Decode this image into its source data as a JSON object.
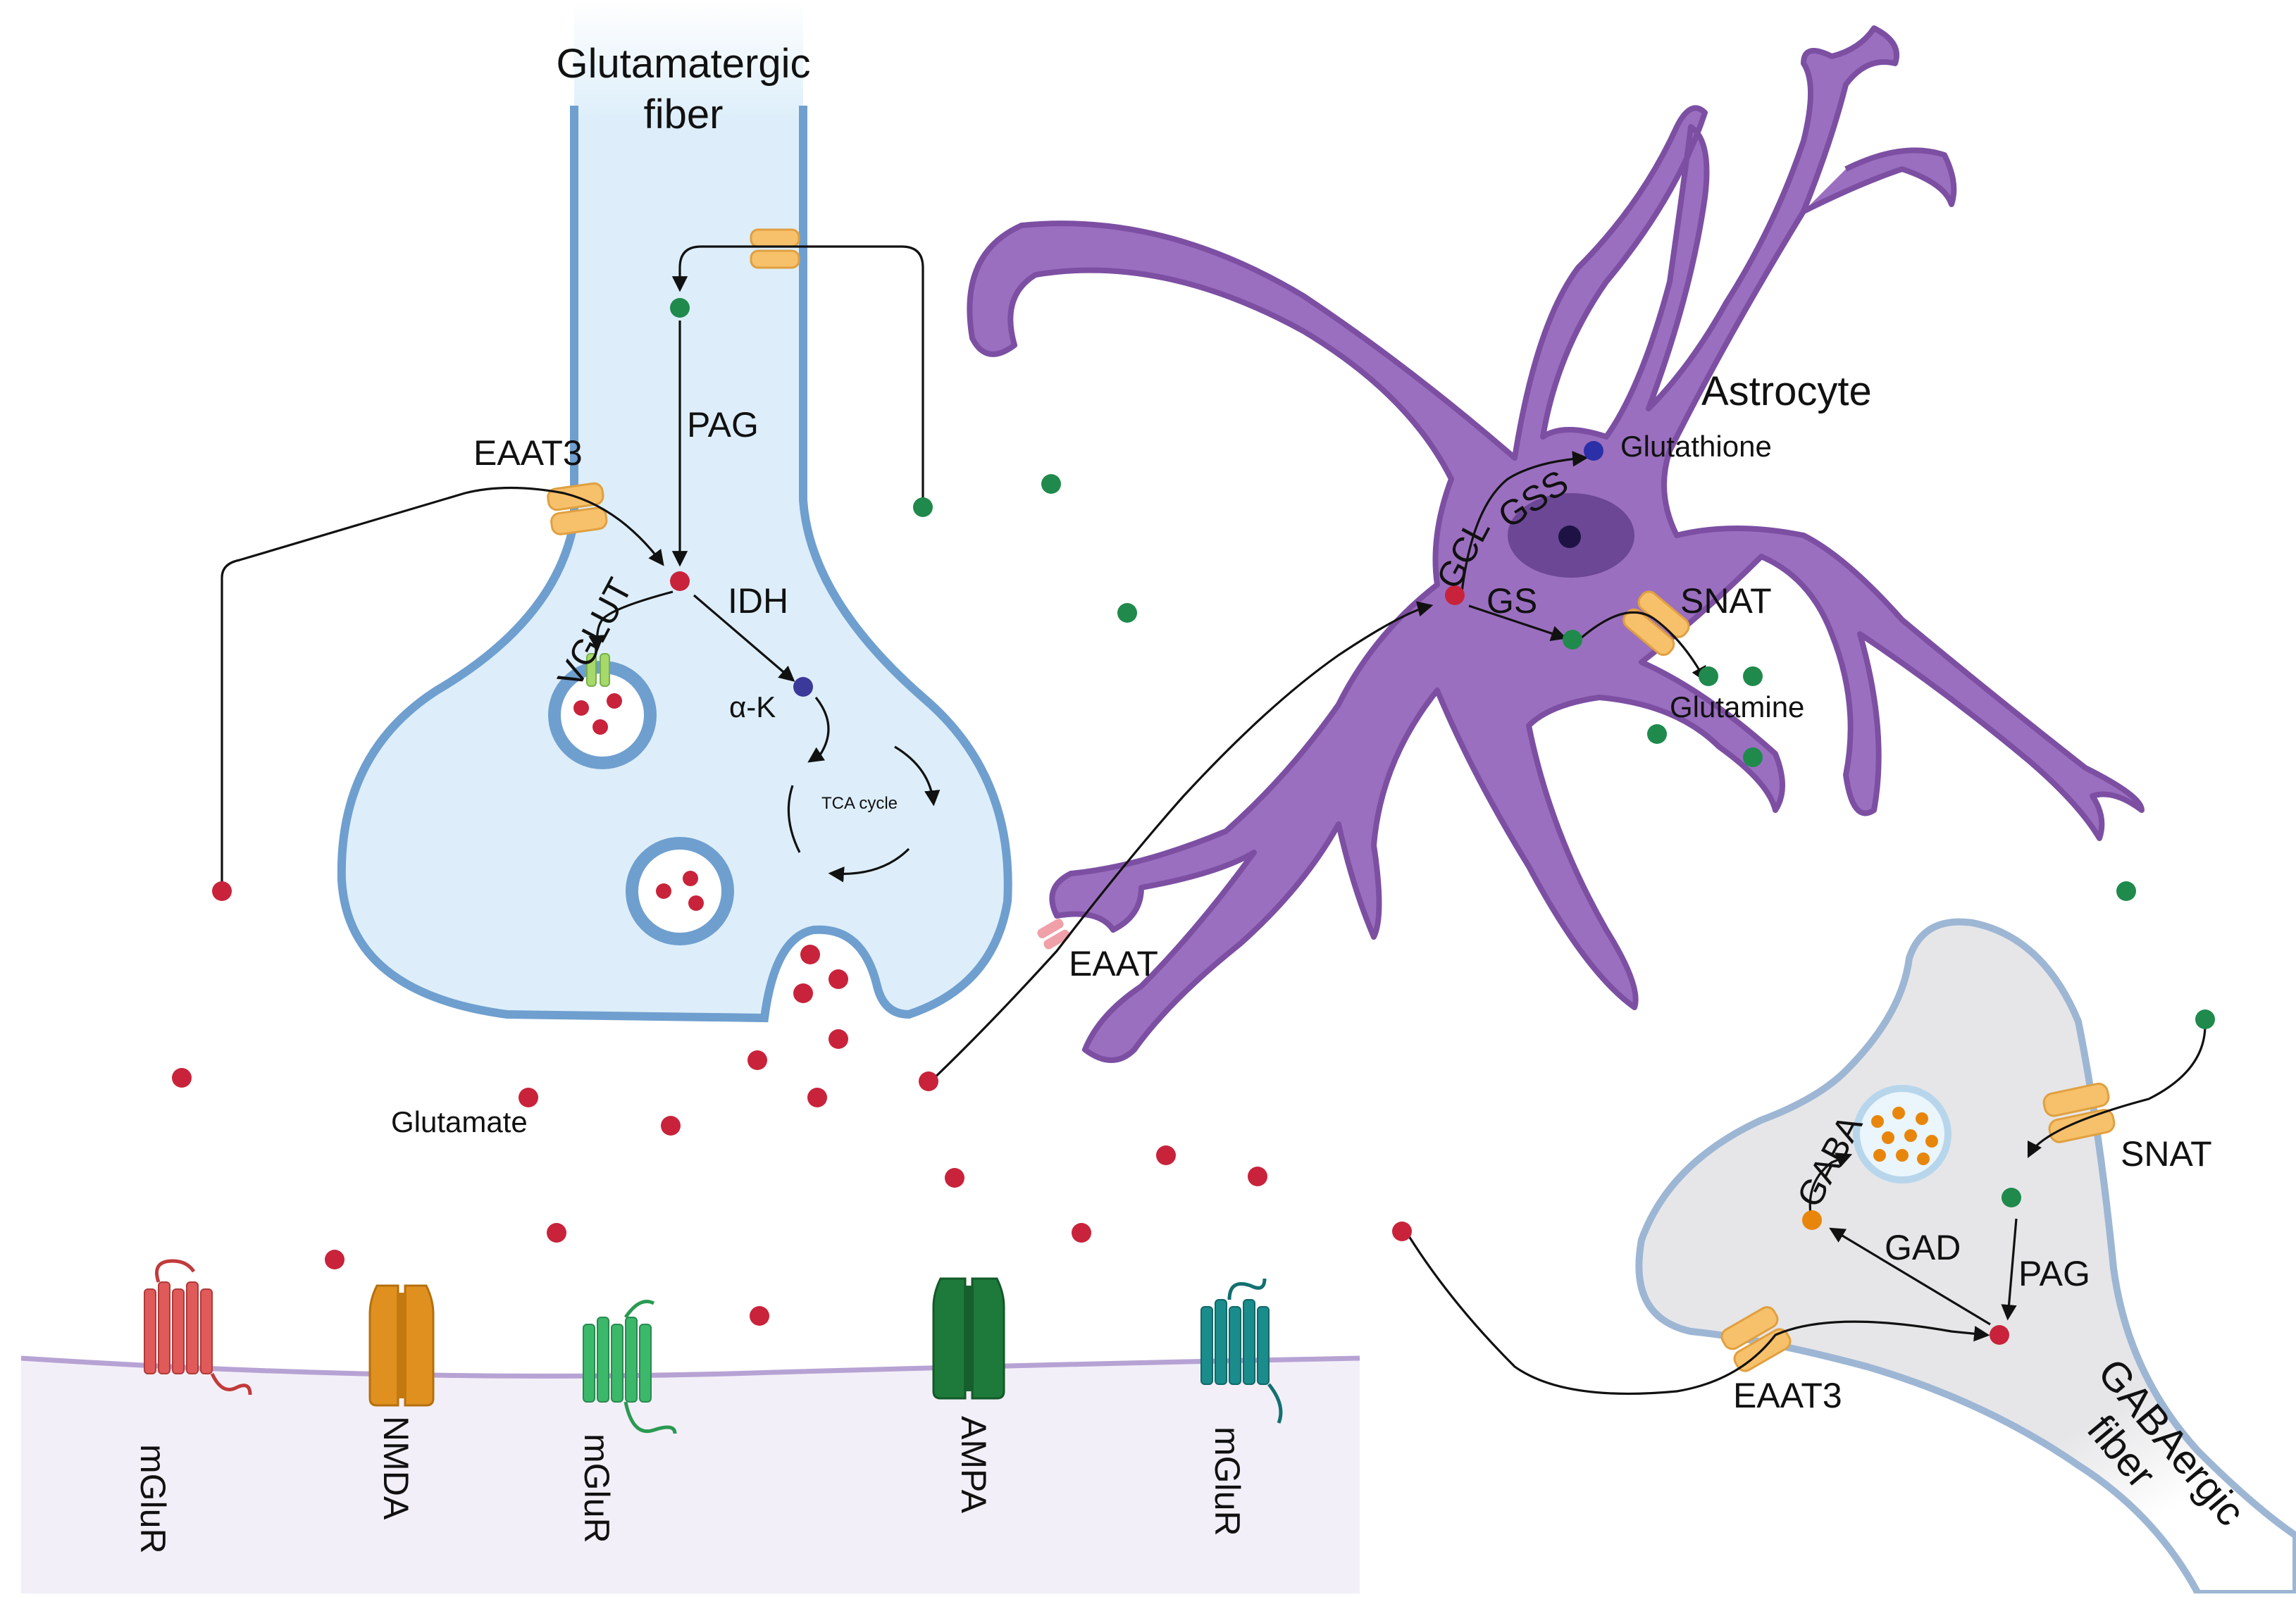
{
  "labels": {
    "glutamatergic_fiber_line1": "Glutamatergic",
    "glutamatergic_fiber_line2": "fiber",
    "eaat3_top": "EAAT3",
    "pag_top": "PAG",
    "idh": "IDH",
    "vglut": "VGLUT",
    "alpha_k": "α-K",
    "tca_cycle": "TCA cycle",
    "astrocyte": "Astrocyte",
    "glutathione": "Glutathione",
    "gss": "GSS",
    "gcl": "GCL",
    "gs": "GS",
    "snat_astro": "SNAT",
    "glutamine": "Glutamine",
    "eaat_astro": "EAAT",
    "glutamate": "Glutamate",
    "gaba": "GABA",
    "gad": "GAD",
    "pag_gaba": "PAG",
    "snat_gaba": "SNAT",
    "eaat3_gaba": "EAAT3",
    "gabaergic_fiber_line1": "GABAergic",
    "gabaergic_fiber_line2": "fiber",
    "receptor_mglur_1": "mGluR",
    "receptor_nmda": "NMDA",
    "receptor_mglur_2": "mGluR",
    "receptor_ampa": "AMPA",
    "receptor_mglur_3": "mGluR"
  },
  "colors": {
    "glutamate": "#c8233b",
    "glutamine": "#1f8a4c",
    "glutathione": "#2b2fa8",
    "alpha_k": "#3b3a9a",
    "gaba": "#e8860c",
    "astrocyte": "#9b6fbf",
    "neuron_fill": "#ddeefa",
    "neuron_stroke": "#6f9fcf",
    "gaba_fiber_fill": "#e6e6e8",
    "postsynaptic_fill": "#f3eff8",
    "transporter": "#f7c06a",
    "mglur_red": "#e05a5a",
    "nmda_orange": "#e0901f",
    "mglur_green": "#3cb86a",
    "ampa_darkgreen": "#1e7a3a",
    "mglur_teal": "#1a8c8c"
  },
  "icons": [
    "transporter-icon",
    "receptor-icon",
    "vesicle-icon",
    "molecule-dot-icon",
    "arrow-icon"
  ]
}
